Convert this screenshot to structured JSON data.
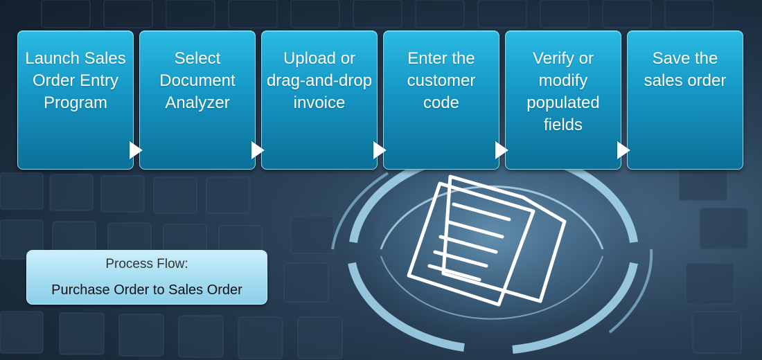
{
  "steps": [
    {
      "label": "Launch Sales Order Entry Program"
    },
    {
      "label": "Select Document Analyzer"
    },
    {
      "label": "Upload or drag-and-drop invoice"
    },
    {
      "label": "Enter the customer code"
    },
    {
      "label": "Verify or modify populated fields"
    },
    {
      "label": "Save the sales order"
    }
  ],
  "process_flow": {
    "title": "Process Flow:",
    "subtitle": "Purchase Order to Sales Order"
  },
  "colors": {
    "step_fill": "#1596c4",
    "step_border": "#8fd7ee",
    "label_box_fill": "#a4dcf0",
    "background": "#1b2c3d",
    "ring": "#a9dcf2"
  },
  "icons": [
    "document-icon",
    "arrow-right-icon"
  ]
}
